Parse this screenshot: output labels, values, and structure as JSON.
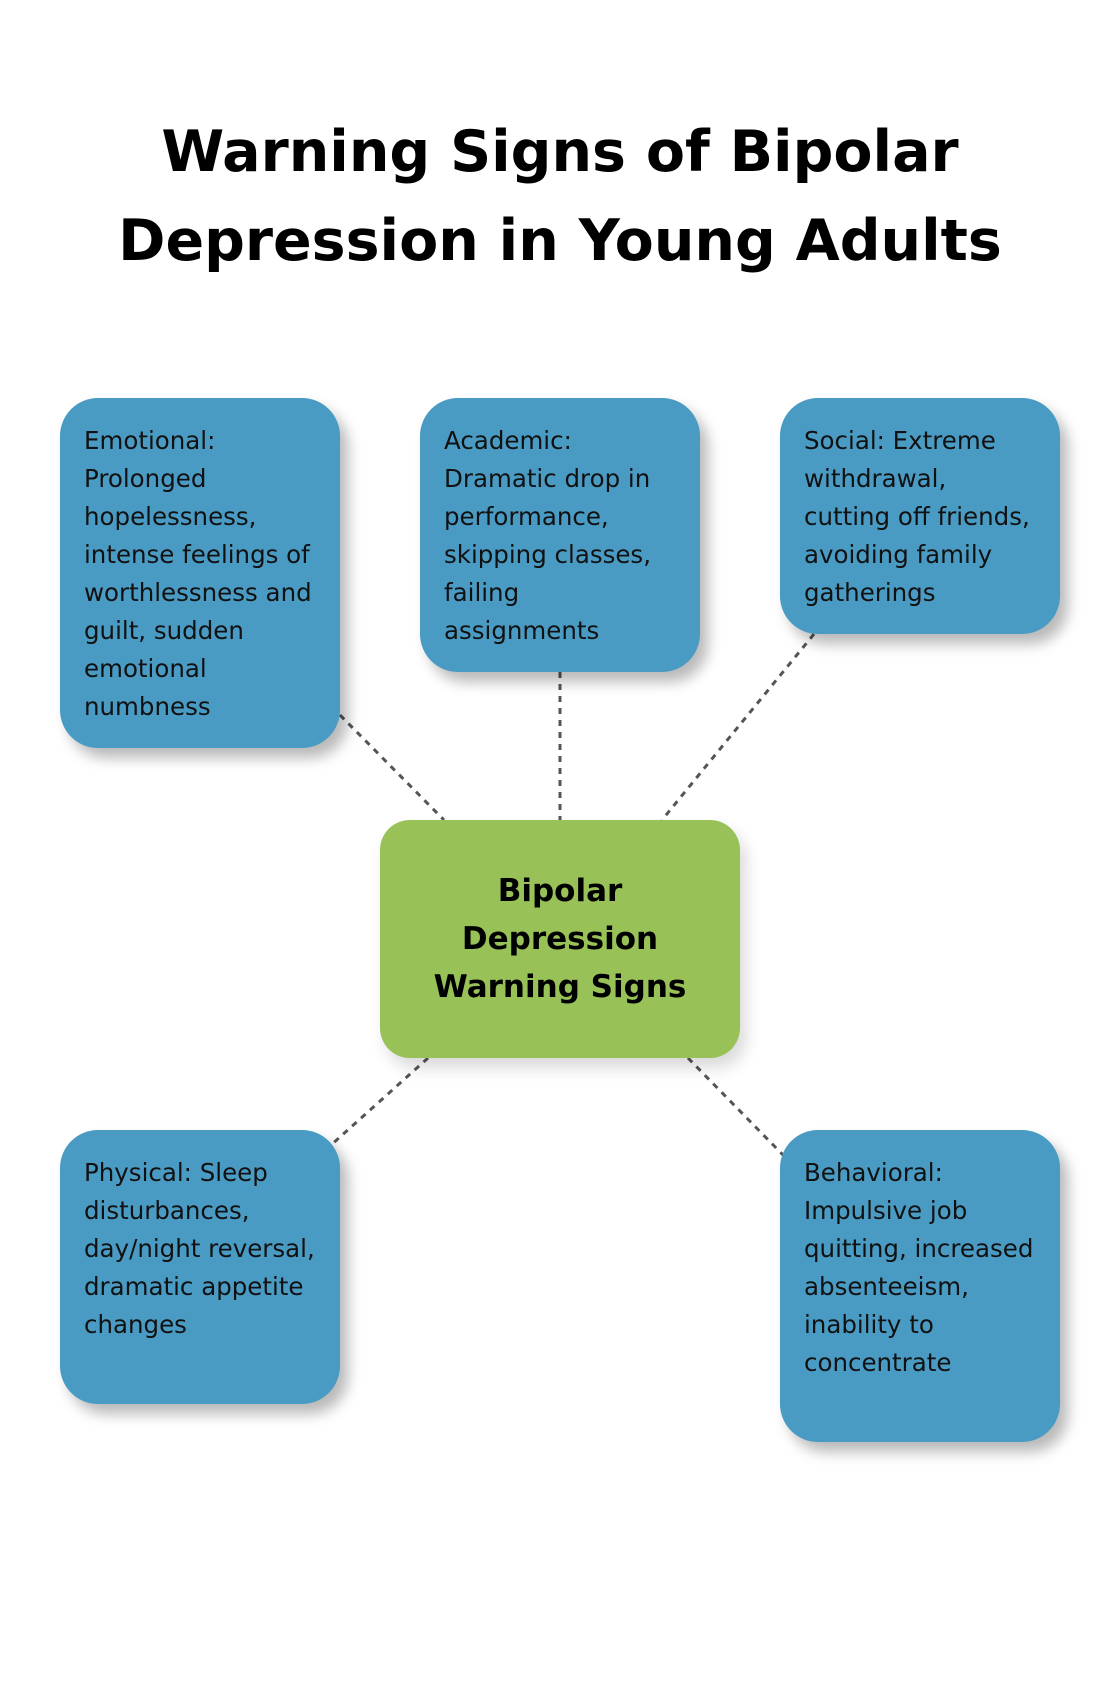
{
  "title": "Warning Signs of Bipolar Depression in Young Adults",
  "center": {
    "label": "Bipolar Depression Warning Signs",
    "color": "#98c158"
  },
  "box_color": "#4a9bc4",
  "nodes": [
    {
      "id": "emotional",
      "text": "Emotional: Prolonged hopelessness, intense feelings of worthlessness and guilt, sudden emotional numbness"
    },
    {
      "id": "academic",
      "text": "Academic: Dramatic drop in performance, skipping classes, failing assignments"
    },
    {
      "id": "social",
      "text": "Social: Extreme withdrawal, cutting off friends, avoiding family gatherings"
    },
    {
      "id": "physical",
      "text": "Physical: Sleep disturbances, day/night reversal, dramatic appetite changes"
    },
    {
      "id": "behavioral",
      "text": "Behavioral: Impulsive job quitting, increased absenteeism, inability to concentrate"
    }
  ]
}
